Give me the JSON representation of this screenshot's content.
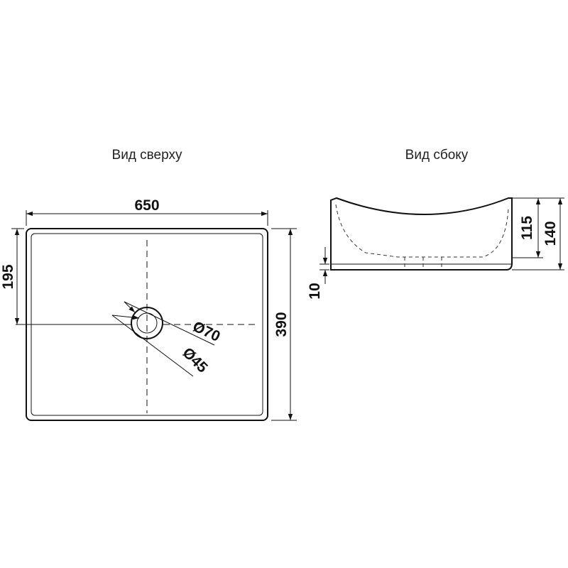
{
  "views": {
    "top_title": "Вид сверху",
    "side_title": "Вид сбоку"
  },
  "dimensions": {
    "width": "650",
    "depth": "390",
    "drain_offset": "195",
    "drain_outer_diameter": "Ø70",
    "drain_inner_diameter": "Ø45",
    "inner_height": "115",
    "total_height": "140",
    "base_height": "10"
  },
  "colors": {
    "line": "#111111",
    "background": "#ffffff"
  }
}
